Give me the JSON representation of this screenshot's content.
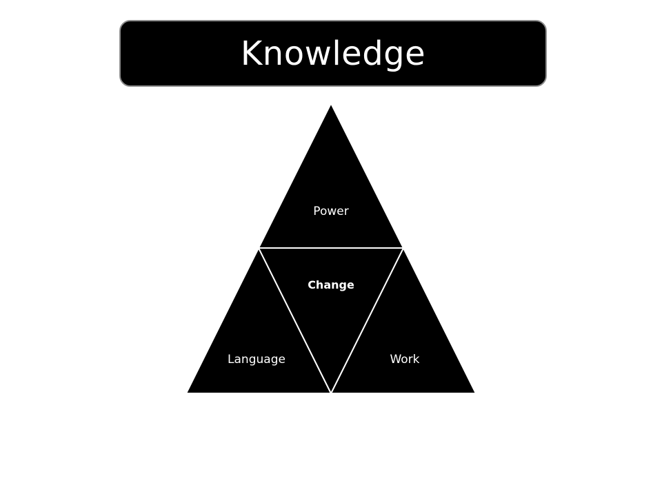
{
  "title": "Knowledge",
  "diagram": {
    "top": "Power",
    "center": "Change",
    "bottom_left": "Language",
    "bottom_right": "Work"
  },
  "colors": {
    "fill": "#000000",
    "divider": "#ffffff",
    "title_border": "#8c8c8c"
  }
}
